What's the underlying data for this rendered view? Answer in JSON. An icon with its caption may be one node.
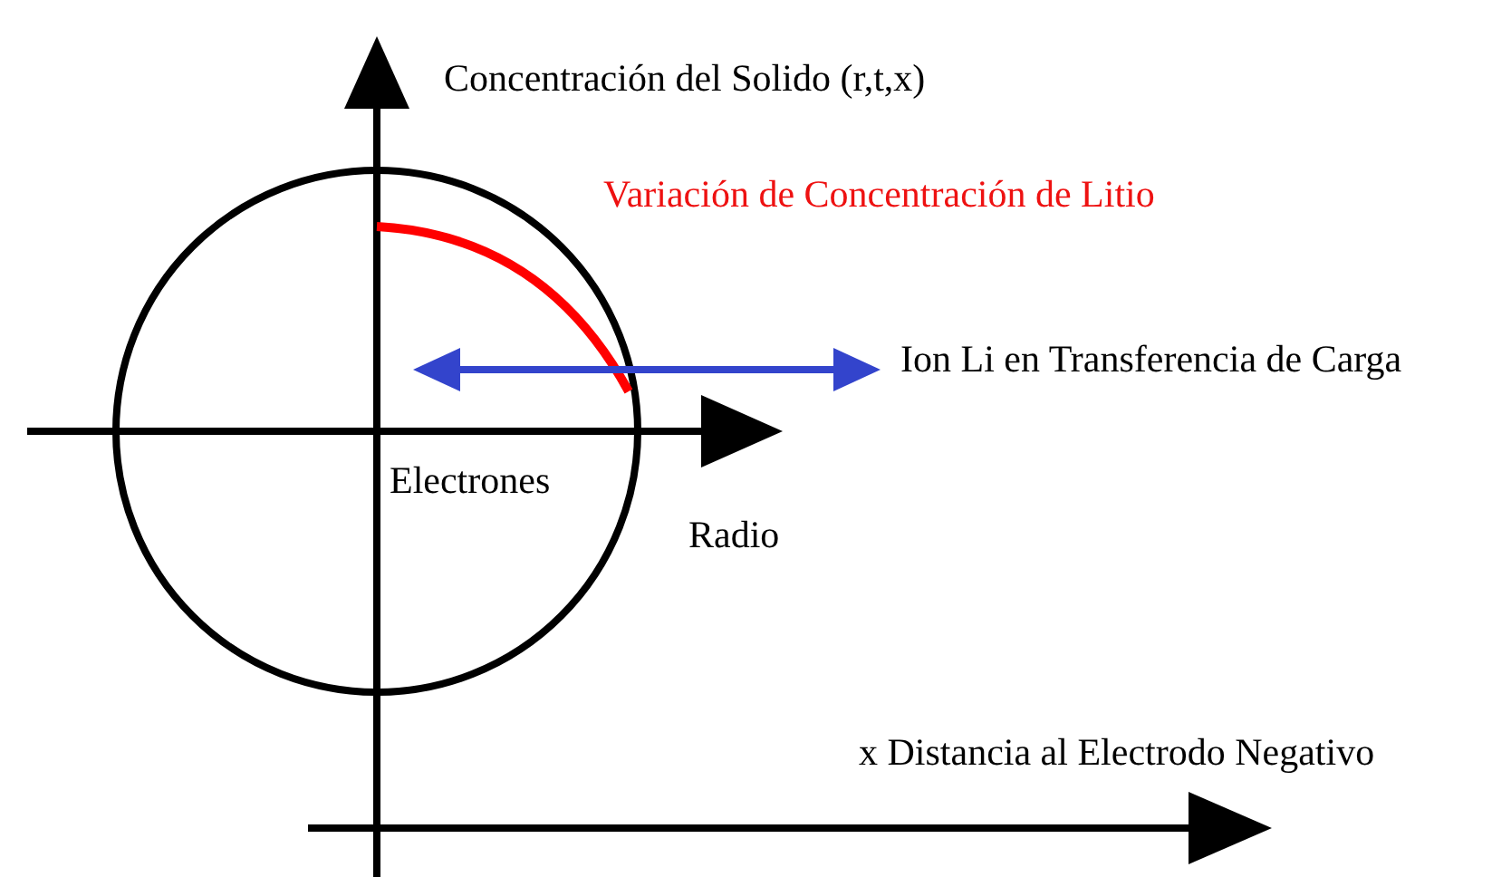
{
  "diagram": {
    "labels": [
      "Concentración del Solido (r,t,x)",
      "Variación de Concentración de Litio",
      "Ion Li en Transferencia de Carga",
      "Electrones",
      "Radio",
      "x Distancia al Electrodo Negativo"
    ]
  }
}
